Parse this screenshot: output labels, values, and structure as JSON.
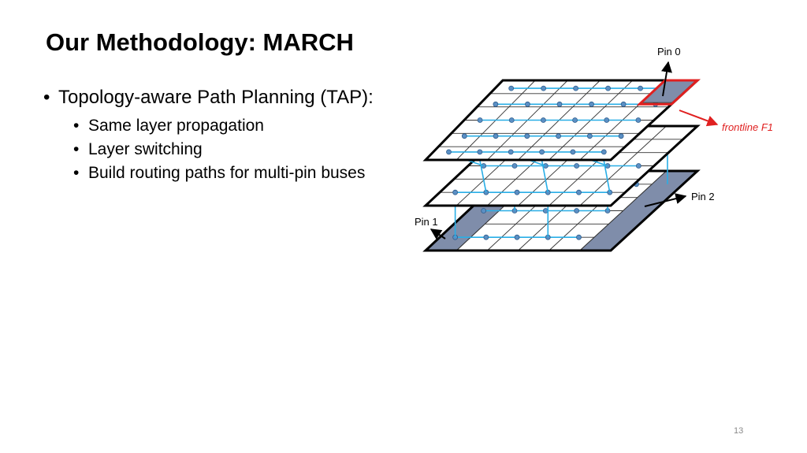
{
  "slide": {
    "title": "Our Methodology: MARCH",
    "bullets": [
      {
        "text": "Topology-aware Path Planning (TAP):",
        "subs": [
          "Same layer propagation",
          "Layer switching",
          "Build routing paths for multi-pin buses"
        ]
      }
    ],
    "page_number": "13"
  },
  "diagram": {
    "labels": {
      "pin0": "Pin 0",
      "pin1": "Pin 1",
      "pin2": "Pin 2",
      "frontline": "frontline F1"
    },
    "colors": {
      "grid_line": "#333333",
      "route_line": "#29aee6",
      "node_fill": "#5b8fc4",
      "node_stroke": "#2f5f8e",
      "pin_fill": "#7f8daa",
      "frontline": "#e02020"
    }
  }
}
